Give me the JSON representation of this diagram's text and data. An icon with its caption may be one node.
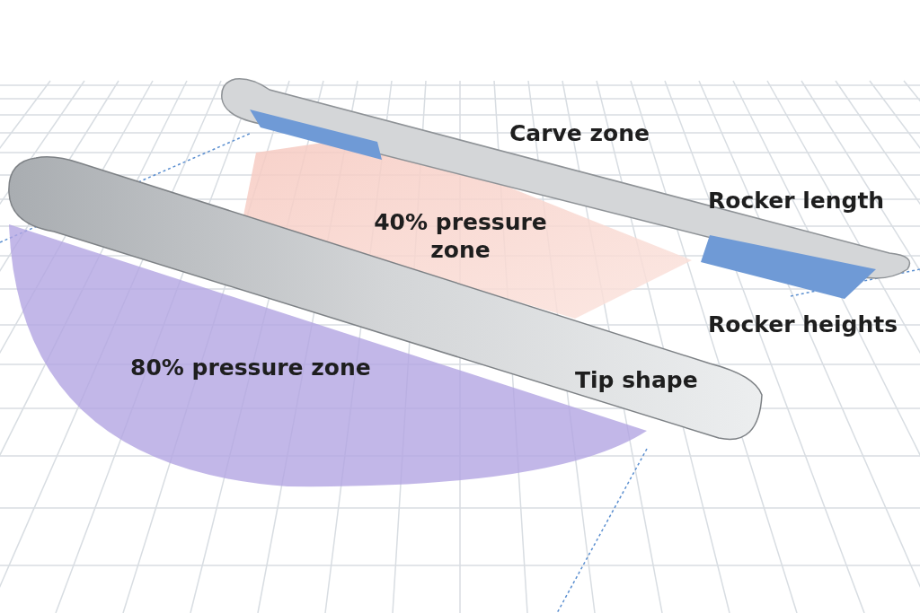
{
  "diagram": {
    "labels": [
      "Carve zone",
      "Rocker length",
      "40% pressure zone",
      "Rocker heights",
      "80% pressure zone",
      "Tip shape"
    ]
  }
}
